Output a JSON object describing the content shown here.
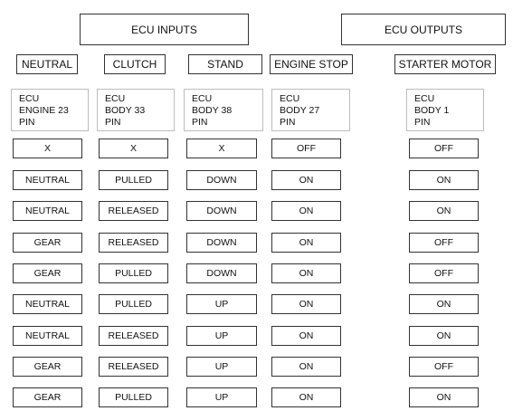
{
  "groups": {
    "inputs": "ECU INPUTS",
    "outputs": "ECU OUTPUTS"
  },
  "columns": [
    {
      "signal": "NEUTRAL",
      "pin": "ECU\nENGINE 23\nPIN"
    },
    {
      "signal": "CLUTCH",
      "pin": "ECU\nBODY 33\nPIN"
    },
    {
      "signal": "STAND",
      "pin": "ECU\nBODY 38\nPIN"
    },
    {
      "signal": "ENGINE STOP",
      "pin": "ECU\nBODY 27\nPIN"
    },
    {
      "signal": "STARTER MOTOR",
      "pin": "ECU\nBODY 1\nPIN"
    }
  ],
  "rows": [
    [
      "X",
      "X",
      "X",
      "OFF",
      "OFF"
    ],
    [
      "NEUTRAL",
      "PULLED",
      "DOWN",
      "ON",
      "ON"
    ],
    [
      "NEUTRAL",
      "RELEASED",
      "DOWN",
      "ON",
      "ON"
    ],
    [
      "GEAR",
      "RELEASED",
      "DOWN",
      "ON",
      "OFF"
    ],
    [
      "GEAR",
      "PULLED",
      "DOWN",
      "ON",
      "OFF"
    ],
    [
      "NEUTRAL",
      "PULLED",
      "UP",
      "ON",
      "ON"
    ],
    [
      "NEUTRAL",
      "RELEASED",
      "UP",
      "ON",
      "ON"
    ],
    [
      "GEAR",
      "RELEASED",
      "UP",
      "ON",
      "OFF"
    ],
    [
      "GEAR",
      "PULLED",
      "UP",
      "ON",
      "ON"
    ]
  ]
}
